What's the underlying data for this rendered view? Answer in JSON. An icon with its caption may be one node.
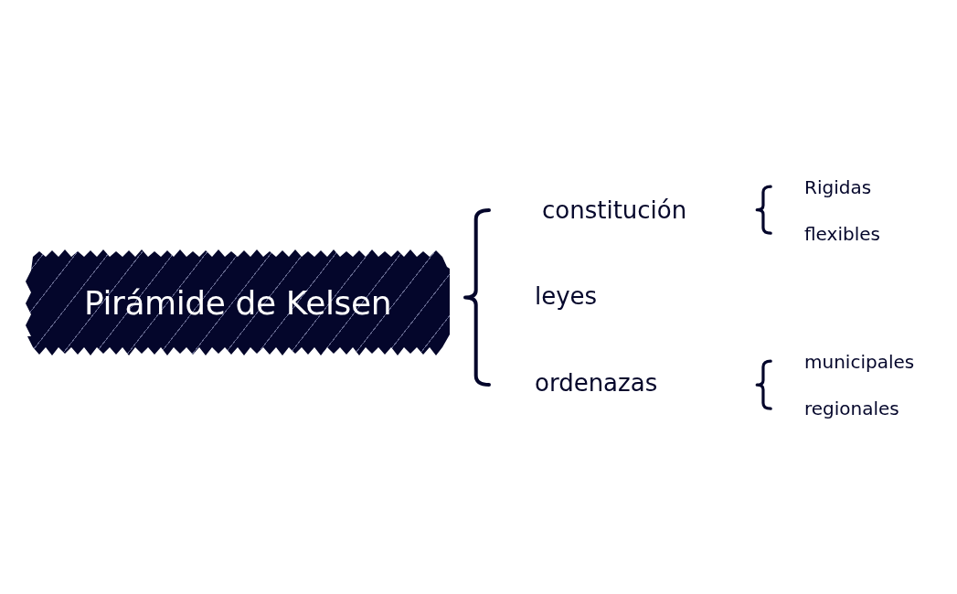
{
  "diagram": {
    "nodes": [
      {
        "text": [
          "Pirámide de Kelsen"
        ]
      }
    ],
    "labels": [
      "constitución",
      "Rigidas",
      "flexibles",
      "leyes",
      "ordenazas",
      "municipales",
      "regionales"
    ]
  }
}
